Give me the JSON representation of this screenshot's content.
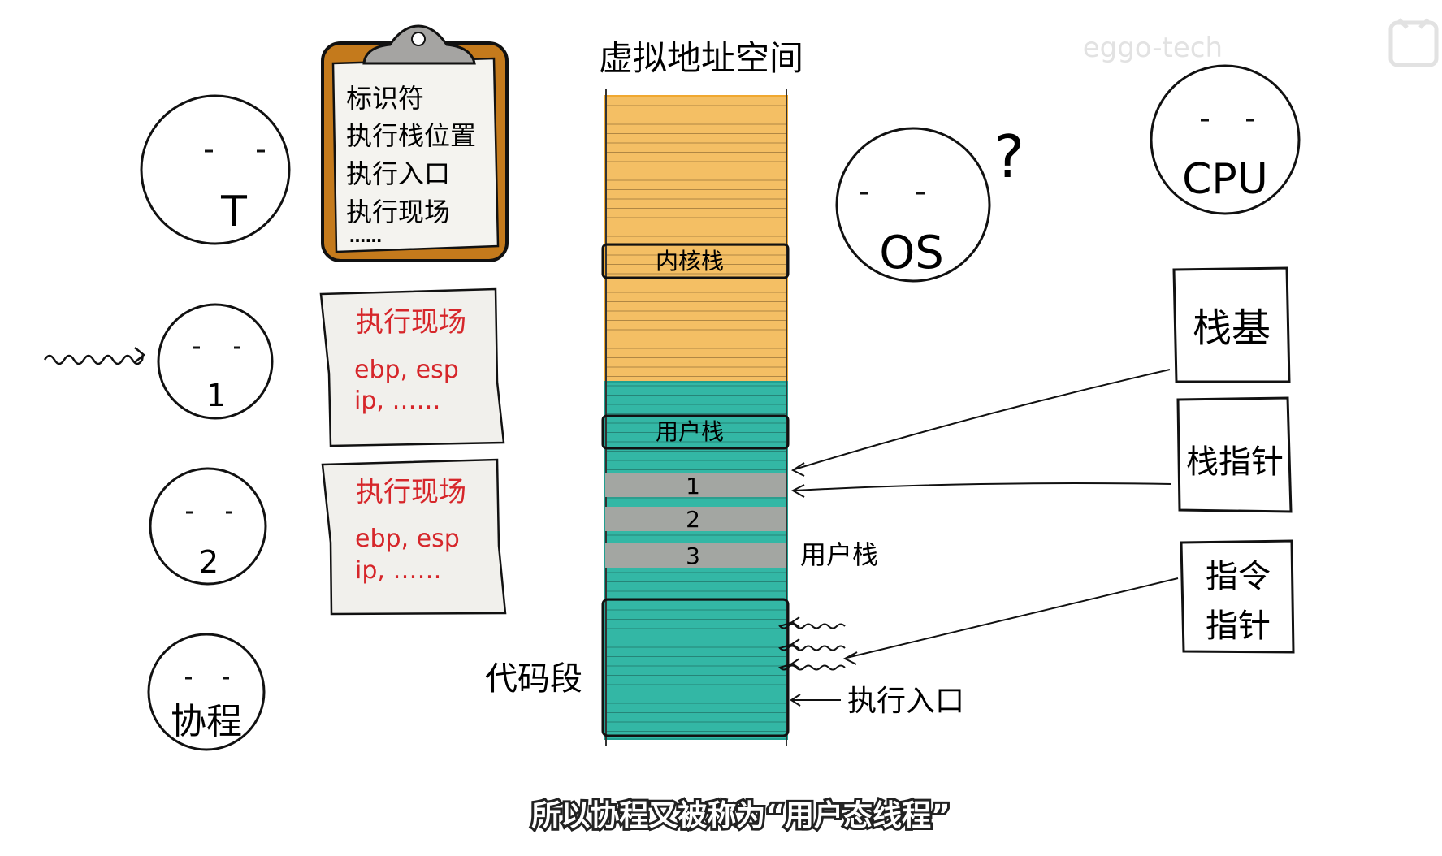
{
  "watermark": "eggo-tech",
  "memory_title": "虚拟地址空间",
  "clipboard": {
    "items": [
      "标识符",
      "执行栈位置",
      "执行入口",
      "执行现场",
      "……"
    ]
  },
  "faces": {
    "thread": "T",
    "one": "1",
    "two": "2",
    "coroutine": "协程",
    "os": "OS",
    "os_question": "?",
    "cpu": "CPU"
  },
  "contexts": [
    {
      "title": "执行现场",
      "line1": "ebp, esp",
      "line2": "ip, ……"
    },
    {
      "title": "执行现场",
      "line1": "ebp, esp",
      "line2": "ip, ……"
    }
  ],
  "memory": {
    "kernel_stack": "内核栈",
    "user_stack": "用户栈",
    "frames": [
      "1",
      "2",
      "3"
    ],
    "frames_label": "用户栈",
    "code_segment": "代码段",
    "entry_label": "执行入口"
  },
  "registers": {
    "stack_base": "栈基",
    "stack_pointer": "栈指针",
    "ip_line1": "指令",
    "ip_line2": "指针"
  },
  "subtitle": "所以协程又被称为“用户态线程”",
  "colors": {
    "kernel_fill": "#f4bf64",
    "user_fill": "#33b7a5",
    "frame_fill": "#a3a6a2",
    "clipboard_board": "#c47a1c",
    "paper": "#f1f0ec",
    "context_text": "#d6262a"
  }
}
